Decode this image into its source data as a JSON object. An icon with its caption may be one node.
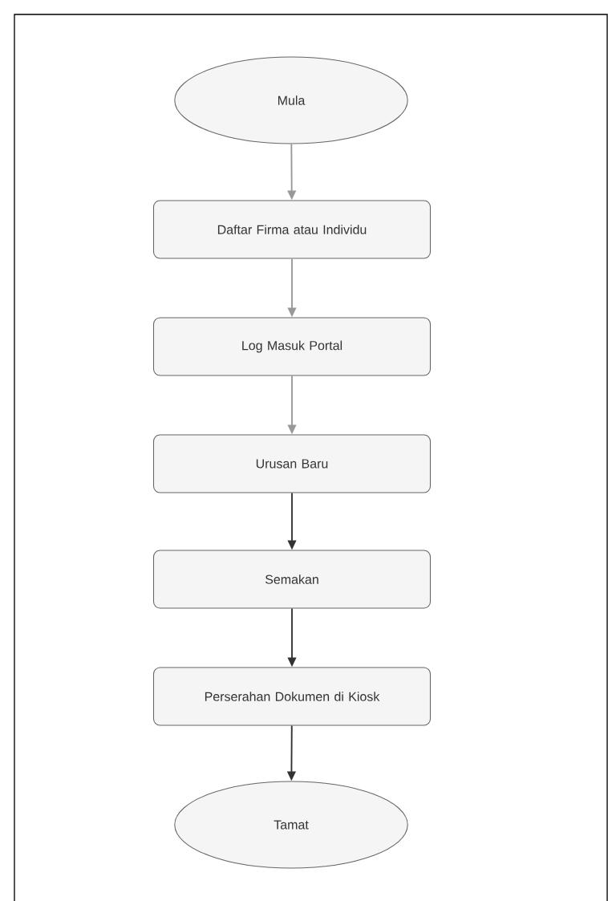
{
  "diagram": {
    "nodes": [
      {
        "text": [
          "Mula"
        ]
      },
      {
        "text": [
          "Daftar Firma atau Individu"
        ]
      },
      {
        "text": [
          "Log Masuk Portal"
        ]
      },
      {
        "text": [
          "Urusan Baru"
        ]
      },
      {
        "text": [
          "Semakan"
        ]
      },
      {
        "text": [
          "Perserahan Dokumen di Kiosk"
        ]
      },
      {
        "text": [
          "Tamat"
        ]
      }
    ],
    "edges": [
      {
        "from": 0,
        "to": 1,
        "arrow": "to",
        "color": "#999999"
      },
      {
        "from": 1,
        "to": 2,
        "arrow": "to",
        "color": "#999999"
      },
      {
        "from": 2,
        "to": 3,
        "arrow": "to",
        "color": "#999999"
      },
      {
        "from": 3,
        "to": 4,
        "arrow": "to",
        "color": "#333333"
      },
      {
        "from": 4,
        "to": 5,
        "arrow": "to",
        "color": "#333333"
      },
      {
        "from": 5,
        "to": 6,
        "arrow": "to",
        "color": "#333333"
      }
    ]
  }
}
